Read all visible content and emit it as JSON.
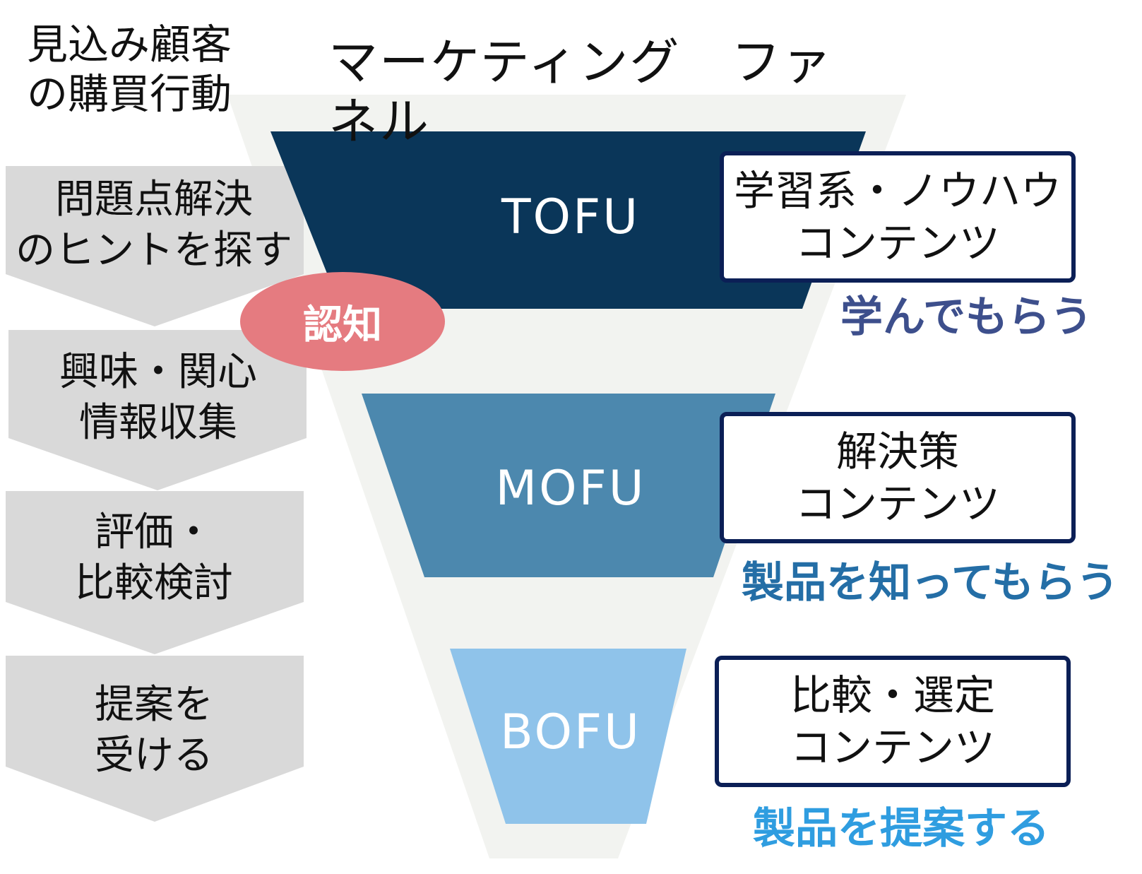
{
  "header": {
    "left_title": "見込み顧客\nの購買行動",
    "main_title": "マーケティング　ファネル"
  },
  "steps": [
    {
      "label": "問題点解決\nのヒントを探す"
    },
    {
      "label": "興味・関心\n情報収集"
    },
    {
      "label": "評価・\n比較検討"
    },
    {
      "label": "提案を\n受ける"
    }
  ],
  "awareness_badge": "認知",
  "stages": [
    {
      "label": "TOFU",
      "color": "#0a3659"
    },
    {
      "label": "MOFU",
      "color": "#4c88ae"
    },
    {
      "label": "BOFU",
      "color": "#8fc3ea"
    }
  ],
  "content_boxes": [
    {
      "label": "学習系・ノウハウ\nコンテンツ",
      "goal": "学んでもらう",
      "goal_color": "#3d4f8c"
    },
    {
      "label": "解決策\nコンテンツ",
      "goal": "製品を知ってもらう",
      "goal_color": "#246ea6"
    },
    {
      "label": "比較・選定\nコンテンツ",
      "goal": "製品を提案する",
      "goal_color": "#2f9de0"
    }
  ],
  "colors": {
    "funnel_bg": "#f2f3f0",
    "step_arrow": "#d9d9d9",
    "badge": "#e57b80",
    "box_border": "#0b1f56"
  }
}
